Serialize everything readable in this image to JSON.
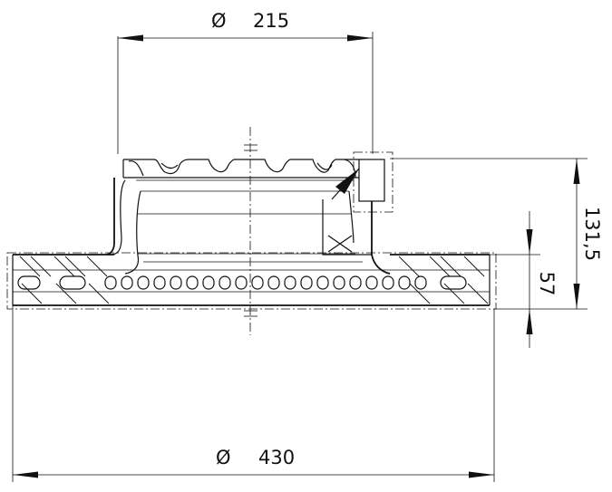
{
  "dimensions": {
    "top_diameter": {
      "symbol": "Ø",
      "value": "215"
    },
    "bottom_diameter": {
      "symbol": "Ø",
      "value": "430"
    },
    "overall_height": {
      "value": "131,5"
    },
    "disc_thickness": {
      "value": "57"
    }
  }
}
